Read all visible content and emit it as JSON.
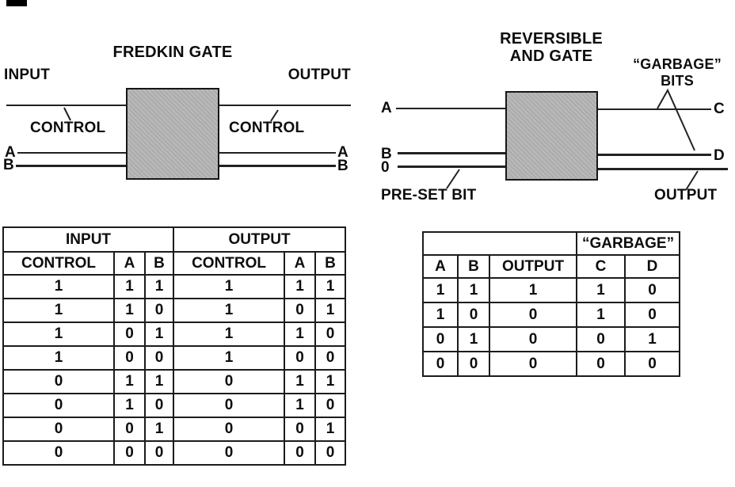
{
  "fredkin": {
    "title": "FREDKIN GATE",
    "input_label": "INPUT",
    "output_label": "OUTPUT",
    "control_left": "CONTROL",
    "control_right": "CONTROL",
    "a_left": "A",
    "b_left": "B",
    "a_right": "A",
    "b_right": "B"
  },
  "and_gate": {
    "title_line1": "REVERSIBLE",
    "title_line2": "AND GATE",
    "garbage_line1": "“GARBAGE”",
    "garbage_line2": "BITS",
    "input_a": "A",
    "input_b": "B",
    "input_zero": "0",
    "out_c": "C",
    "out_d": "D",
    "preset_label": "PRE-SET BIT",
    "output_label": "OUTPUT"
  },
  "fredkin_table": {
    "group_headers": [
      "INPUT",
      "OUTPUT"
    ],
    "col_headers": [
      "CONTROL",
      "A",
      "B",
      "CONTROL",
      "A",
      "B"
    ],
    "rows": [
      [
        "1",
        "1",
        "1",
        "1",
        "1",
        "1"
      ],
      [
        "1",
        "1",
        "0",
        "1",
        "0",
        "1"
      ],
      [
        "1",
        "0",
        "1",
        "1",
        "1",
        "0"
      ],
      [
        "1",
        "0",
        "0",
        "1",
        "0",
        "0"
      ],
      [
        "0",
        "1",
        "1",
        "0",
        "1",
        "1"
      ],
      [
        "0",
        "1",
        "0",
        "0",
        "1",
        "0"
      ],
      [
        "0",
        "0",
        "1",
        "0",
        "0",
        "1"
      ],
      [
        "0",
        "0",
        "0",
        "0",
        "0",
        "0"
      ]
    ]
  },
  "and_table": {
    "garbage_header": "“GARBAGE”",
    "col_headers": [
      "A",
      "B",
      "OUTPUT",
      "C",
      "D"
    ],
    "rows": [
      [
        "1",
        "1",
        "1",
        "1",
        "0"
      ],
      [
        "1",
        "0",
        "0",
        "1",
        "0"
      ],
      [
        "0",
        "1",
        "0",
        "0",
        "1"
      ],
      [
        "0",
        "0",
        "0",
        "0",
        "0"
      ]
    ]
  },
  "colors": {
    "gate_fill": "#b5b5b5",
    "line": "#222222",
    "text": "#0d0d0d"
  }
}
